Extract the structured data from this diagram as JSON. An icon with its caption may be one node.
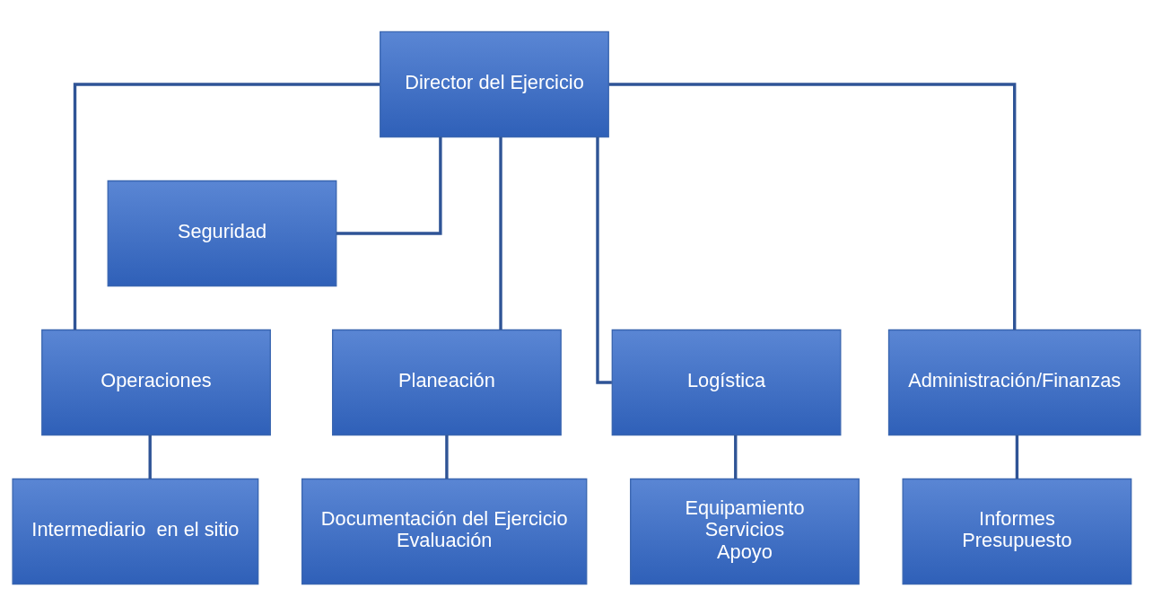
{
  "diagram": {
    "nodes": [
      {
        "text": [
          "Director del Ejercicio"
        ]
      },
      {
        "text": [
          "Seguridad"
        ]
      },
      {
        "text": [
          "Operaciones"
        ]
      },
      {
        "text": [
          "Planeación"
        ]
      },
      {
        "text": [
          "Logística"
        ]
      },
      {
        "text": [
          "Administración/Finanzas"
        ]
      },
      {
        "text": [
          "Intermediario  en el sitio"
        ]
      },
      {
        "text": [
          "Documentación del Ejercicio",
          "Evaluación"
        ]
      },
      {
        "text": [
          "Equipamiento",
          "Servicios",
          "Apoyo"
        ]
      },
      {
        "text": [
          "Informes",
          "Presupuesto"
        ]
      }
    ],
    "edges": [
      {
        "from": 0,
        "to": 1,
        "arrow": "none"
      },
      {
        "from": 0,
        "to": 2,
        "arrow": "none"
      },
      {
        "from": 0,
        "to": 3,
        "arrow": "none"
      },
      {
        "from": 0,
        "to": 4,
        "arrow": "none"
      },
      {
        "from": 0,
        "to": 5,
        "arrow": "none"
      },
      {
        "from": 2,
        "to": 6,
        "arrow": "none"
      },
      {
        "from": 3,
        "to": 7,
        "arrow": "none"
      },
      {
        "from": 4,
        "to": 8,
        "arrow": "none"
      },
      {
        "from": 5,
        "to": 9,
        "arrow": "none"
      }
    ]
  }
}
